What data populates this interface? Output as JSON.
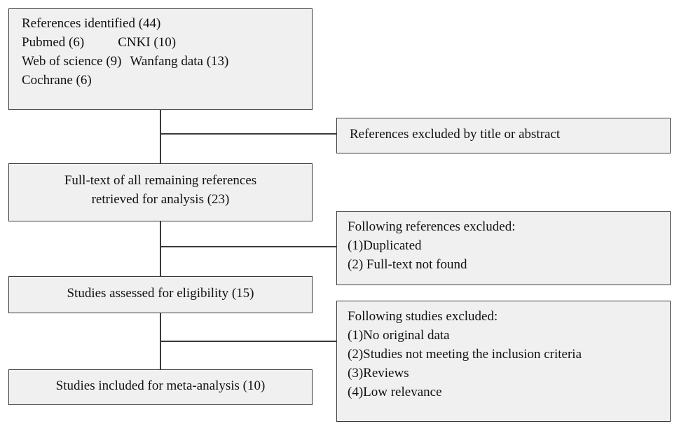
{
  "box_identified": {
    "title": "References identified (44)",
    "pubmed": "Pubmed (6)",
    "cnki": "CNKI (10)",
    "wos": "Web of science (9)",
    "wanfang": "Wanfang data (13)",
    "cochrane": "Cochrane (6)"
  },
  "box_excluded_title": {
    "text": "References excluded by title or abstract"
  },
  "box_fulltext": {
    "line1": "Full-text of all remaining references",
    "line2": "retrieved for analysis (23)"
  },
  "box_refs_excluded": {
    "heading": "Following references excluded:",
    "items": [
      "(1)Duplicated",
      "(2) Full-text not found"
    ]
  },
  "box_assessed": {
    "text": "Studies assessed for eligibility (15)"
  },
  "box_studies_excluded": {
    "heading": "Following studies excluded:",
    "items": [
      "(1)No original data",
      "(2)Studies not meeting the inclusion criteria",
      "(3)Reviews",
      "(4)Low relevance"
    ]
  },
  "box_included": {
    "text": "Studies included for meta-analysis (10)"
  }
}
